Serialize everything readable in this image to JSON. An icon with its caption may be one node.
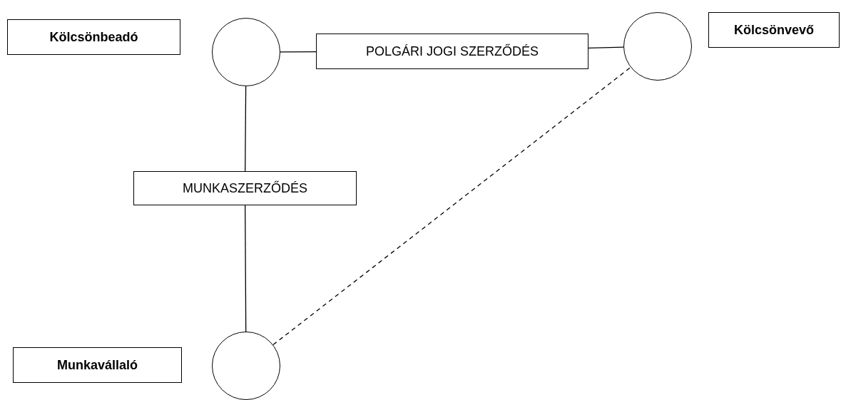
{
  "diagram": {
    "nodes": [
      {
        "text": [
          "Kölcsönbeadó"
        ]
      },
      {
        "text": [],
        "shape": "circle"
      },
      {
        "text": [
          "POLGÁRI JOGI SZERZŐDÉS"
        ]
      },
      {
        "text": [],
        "shape": "circle"
      },
      {
        "text": [
          "Kölcsönvevő"
        ]
      },
      {
        "text": [
          "MUNKASZERZŐDÉS"
        ]
      },
      {
        "text": [
          "Munkavállaló"
        ]
      },
      {
        "text": [],
        "shape": "circle"
      }
    ],
    "edges": [
      {
        "from": 1,
        "to": 2,
        "arrow": "none"
      },
      {
        "from": 2,
        "to": 3,
        "arrow": "none"
      },
      {
        "from": 1,
        "to": 5,
        "arrow": "none"
      },
      {
        "from": 5,
        "to": 7,
        "arrow": "none"
      },
      {
        "from": 7,
        "to": 3,
        "arrow": "none",
        "style": "dashed"
      }
    ]
  }
}
